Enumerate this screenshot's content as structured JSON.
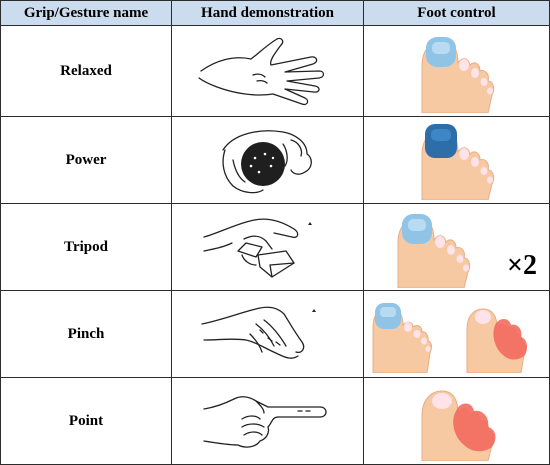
{
  "headers": {
    "name": "Grip/Gesture name",
    "hand": "Hand demonstration",
    "foot": "Foot control"
  },
  "rows": [
    {
      "name": "Relaxed",
      "highlight": "big-toe",
      "color": "#8fc4e6"
    },
    {
      "name": "Power",
      "highlight": "big-toe",
      "color": "#2e6ea8"
    },
    {
      "name": "Tripod",
      "highlight": "big-toe",
      "color": "#8fc4e6",
      "multiplier": "×2"
    },
    {
      "name": "Pinch",
      "highlight": "big-toe + small-toes",
      "colors": [
        "#8fc4e6",
        "#f36a5e"
      ]
    },
    {
      "name": "Point",
      "highlight": "small-toes",
      "color": "#f36a5e"
    }
  ],
  "colors": {
    "header_bg": "#cbdcef",
    "skin": "#f6c9a3",
    "skin_shadow": "#e9ad86",
    "nail": "#ffe3e8",
    "blue_light": "#8fc4e6",
    "blue_dark": "#2e6ea8",
    "red": "#f36a5e"
  }
}
